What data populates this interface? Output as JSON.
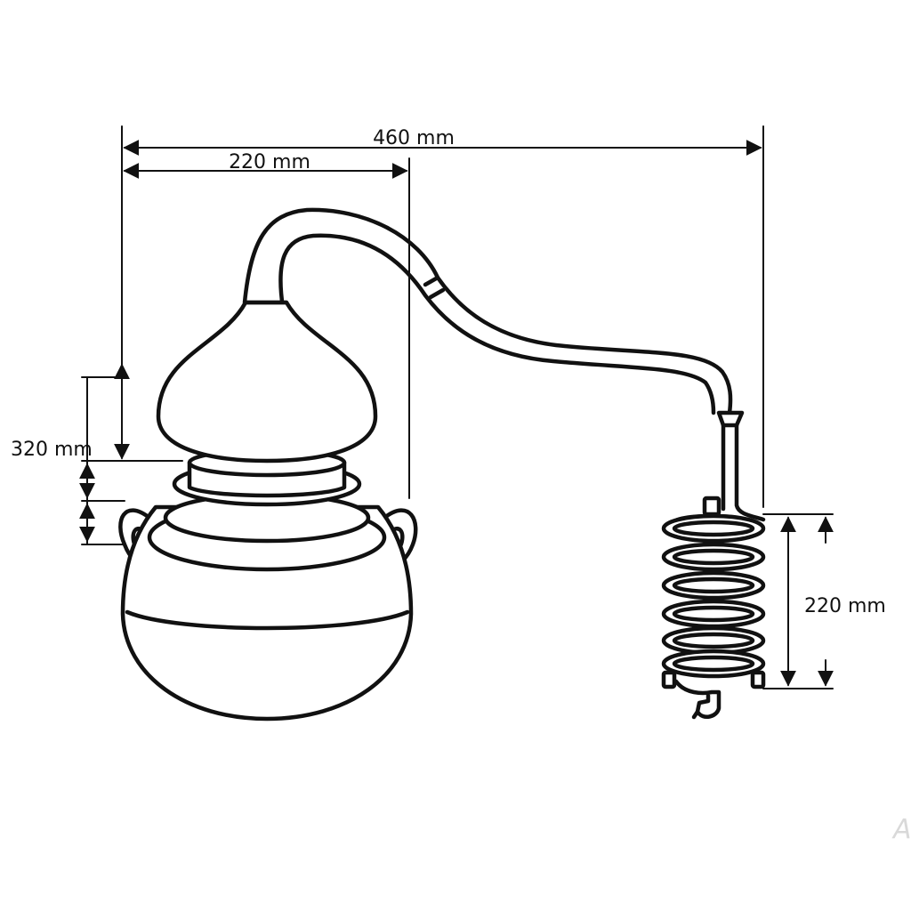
{
  "diagram": {
    "dimensions": {
      "overall_width": "460 mm",
      "pot_width": "220 mm",
      "pot_height": "320 mm",
      "coil_height": "220 mm"
    },
    "watermark": "A",
    "colors": {
      "ink": "#111111",
      "background": "#ffffff"
    }
  }
}
